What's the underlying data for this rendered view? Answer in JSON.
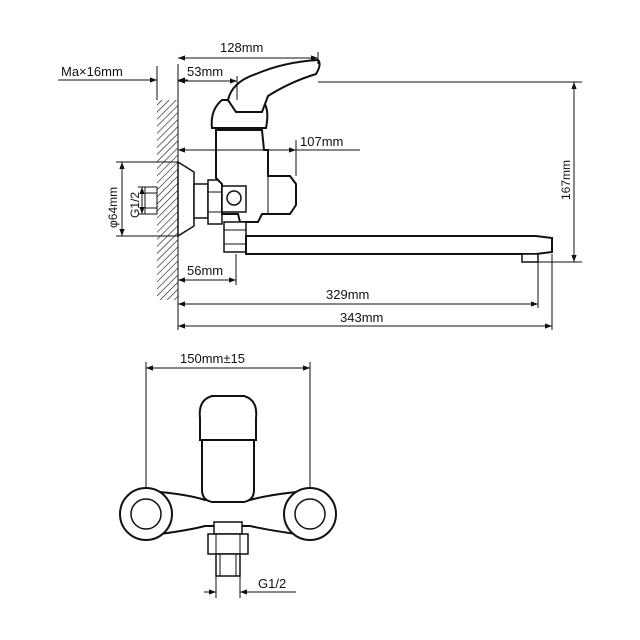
{
  "side_view": {
    "mount_label": "Ma×16mm",
    "dim_128": "128mm",
    "dim_53": "53mm",
    "dim_107": "107mm",
    "dim_167": "167mm",
    "dim_phi64": "φ64mm",
    "dim_g12": "G1/2",
    "dim_56": "56mm",
    "dim_329": "329mm",
    "dim_343": "343mm"
  },
  "front_view": {
    "dim_150": "150mm±15",
    "dim_g12": "G1/2"
  },
  "colors": {
    "line": "#111111",
    "background": "#ffffff"
  }
}
